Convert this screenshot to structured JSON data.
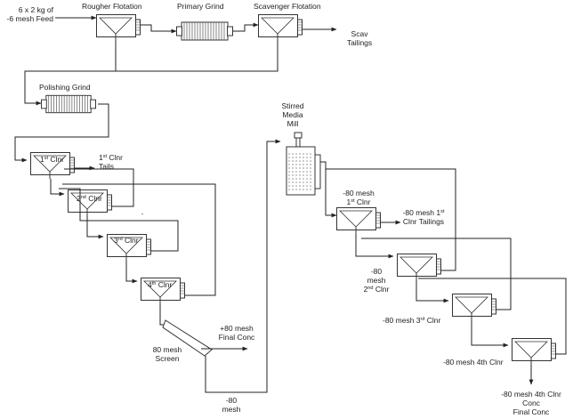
{
  "labels": {
    "feed_line1": "6 x 2 kg of",
    "feed_line2": "-6 mesh Feed",
    "rougher": "Rougher Flotation",
    "primary_grind": "Primary Grind",
    "scavenger": "Scavenger Flotation",
    "scav_line1": "Scav",
    "scav_line2": "Tailings",
    "polishing_grind": "Polishing Grind",
    "stirred_line1": "Stirred",
    "stirred_line2": "Media",
    "stirred_line3": "Mill",
    "clnr1_num": "1",
    "clnr1_sup": "st",
    "clnr1_txt": " Clnr",
    "clnr2_num": "2",
    "clnr2_sup": "nd",
    "clnr2_txt": " Clnr",
    "clnr3_num": "3",
    "clnr3_sup": "rd",
    "clnr3_txt": " Clnr",
    "clnr4_num": "4",
    "clnr4_sup": "th",
    "clnr4_txt": " Clnr",
    "tails_num": "1",
    "tails_sup": "st",
    "tails_txt": " Clnr",
    "tails_line2": "Tails",
    "final80_line1": "+80 mesh",
    "final80_line2": "Final Conc",
    "screen_line1": "80 mesh",
    "screen_line2": "Screen",
    "minus80_line1": "-80",
    "minus80_line2": "mesh",
    "m80c1_line1": "-80 mesh",
    "m80c1_num": "1",
    "m80c1_sup": "st",
    "m80c1_txt": " Clnr",
    "m80t_pre": "-80 mesh 1",
    "m80t_sup": "st",
    "m80t_line2": "Clnr Tailings",
    "m80c2_line1": "-80",
    "m80c2_line2": "mesh",
    "m80c2_num": "2",
    "m80c2_sup": "nd",
    "m80c2_txt": " Clnr",
    "m80c3_pre": "-80 mesh 3",
    "m80c3_sup": "rd",
    "m80c3_txt": " Clnr",
    "m80c4": "-80 mesh 4th Clnr",
    "final_line1": "-80 mesh 4th Clnr",
    "final_line2": "Conc",
    "final_line3": "Final Conc"
  }
}
